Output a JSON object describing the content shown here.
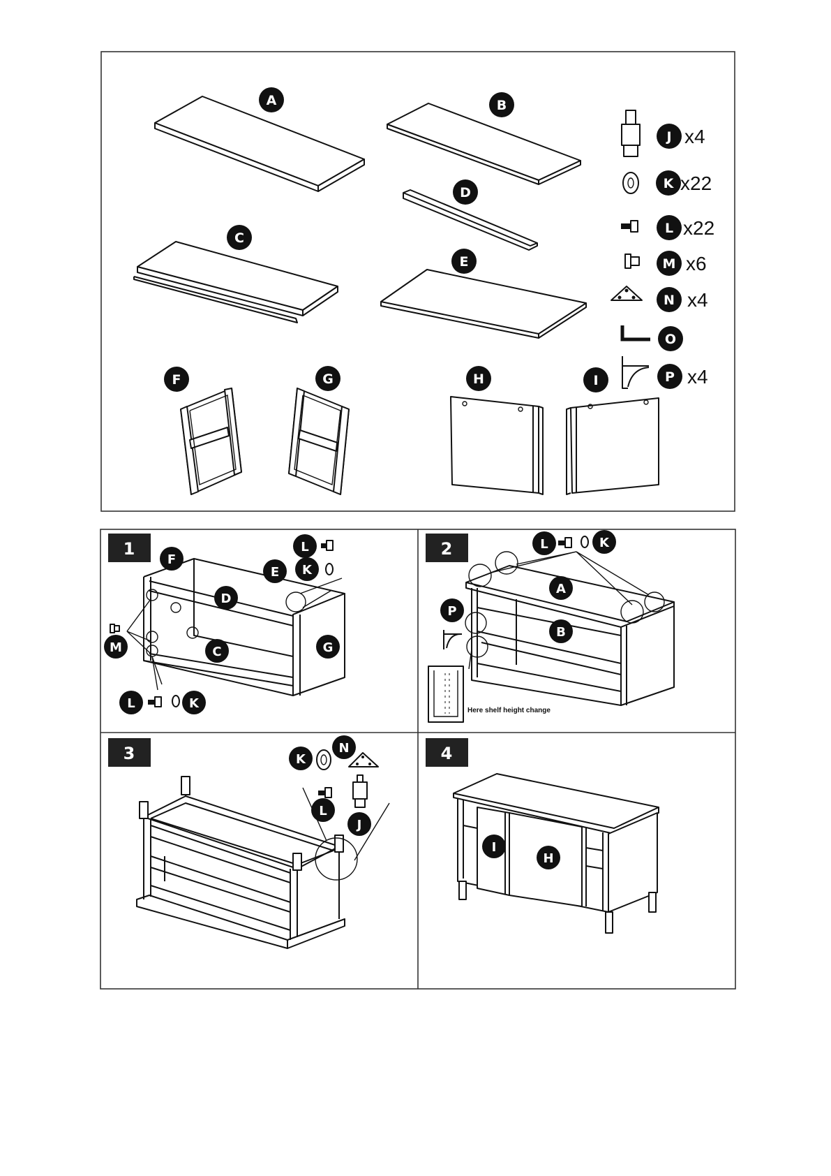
{
  "parts": {
    "A": "A",
    "B": "B",
    "C": "C",
    "D": "D",
    "E": "E",
    "F": "F",
    "G": "G",
    "H": "H",
    "I": "I",
    "J": "J",
    "K": "K",
    "L": "L",
    "M": "M",
    "N": "N",
    "O": "O",
    "P": "P"
  },
  "hardware_quantities": {
    "J": "x4",
    "K": "x22",
    "L": "x22",
    "M": "x6",
    "N": "x4",
    "P": "x4"
  },
  "steps": {
    "step1": "1",
    "step2": "2",
    "step3": "3",
    "step4": "4"
  },
  "notes": {
    "shelf_height": "Here shelf height change"
  }
}
